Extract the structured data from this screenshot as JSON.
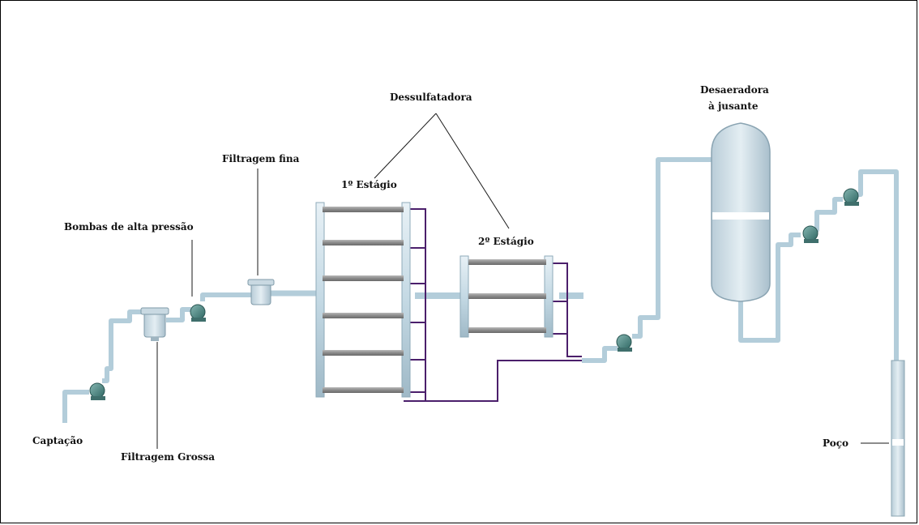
{
  "labels": {
    "captacao": "Captação",
    "filtragem_grossa": "Filtragem Grossa",
    "bombas_alta_pressao": "Bombas de alta pressão",
    "filtragem_fina": "Filtragem fina",
    "dessulfatadora": "Dessulfatadora",
    "estagio_1": "1º Estágio",
    "estagio_2": "2º Estágio",
    "desaeradora_line1": "Desaeradora",
    "desaeradora_line2": "à jusante",
    "poco": "Poço"
  },
  "colors": {
    "pipe": "#c4d9e4",
    "pipe_edge": "#9db8c6",
    "pump": "#4f8a86",
    "membrane": "#8f8f8f",
    "reject_line": "#4b1f6b",
    "leader_line": "#1a1a1a",
    "vessel": "#d5e1e8"
  }
}
